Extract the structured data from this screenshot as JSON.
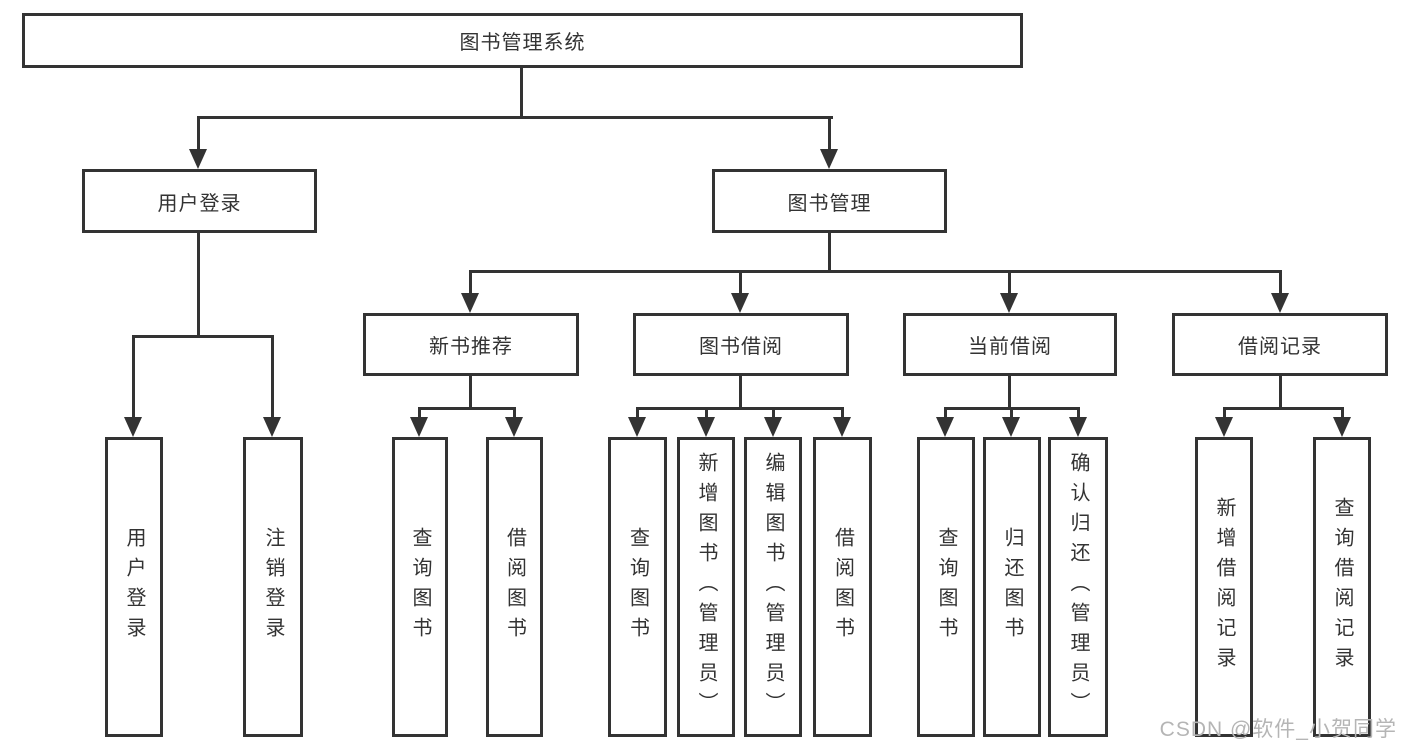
{
  "colors": {
    "line": "#333333",
    "text": "#333333",
    "watermark": "#b5b5b5",
    "background": "#ffffff"
  },
  "tree": {
    "label": "图书管理系统",
    "children": [
      {
        "label": "用户登录",
        "children": [
          {
            "label": "用户登录"
          },
          {
            "label": "注销登录"
          }
        ]
      },
      {
        "label": "图书管理",
        "children": [
          {
            "label": "新书推荐",
            "children": [
              {
                "label": "查询图书"
              },
              {
                "label": "借阅图书"
              }
            ]
          },
          {
            "label": "图书借阅",
            "children": [
              {
                "label": "查询图书"
              },
              {
                "label": "新增图书（管理员）"
              },
              {
                "label": "编辑图书（管理员）"
              },
              {
                "label": "借阅图书"
              }
            ]
          },
          {
            "label": "当前借阅",
            "children": [
              {
                "label": "查询图书"
              },
              {
                "label": "归还图书"
              },
              {
                "label": "确认归还（管理员）"
              }
            ]
          },
          {
            "label": "借阅记录",
            "children": [
              {
                "label": "新增借阅记录"
              },
              {
                "label": "查询借阅记录"
              }
            ]
          }
        ]
      }
    ]
  },
  "watermark": {
    "text": "CSDN @软件_小贺同学"
  }
}
